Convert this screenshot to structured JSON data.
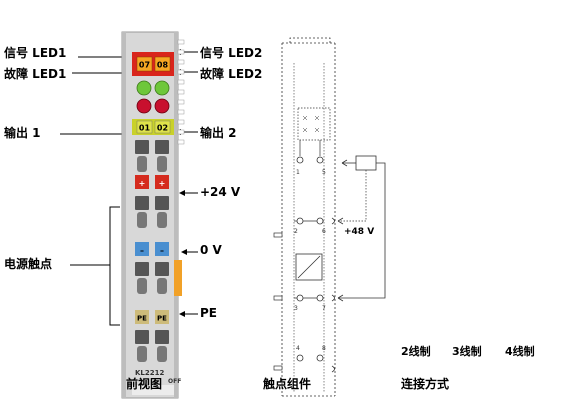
{
  "labels": {
    "signal_led1": "信号 LED1",
    "fault_led1": "故障 LED1",
    "signal_led2": "信号 LED2",
    "fault_led2": "故障 LED2",
    "output1": "输出 1",
    "output2": "输出 2",
    "plus24v": "+24 V",
    "zero_v": "0 V",
    "pe": "PE",
    "power_contacts": "电源触点",
    "plus48v": "+48 V"
  },
  "module": {
    "led_07": "07",
    "led_08": "08",
    "out_01": "01",
    "out_02": "02",
    "plus": "+",
    "minus": "–",
    "pe": "PE",
    "model": "KL2212",
    "off_text": "OFF"
  },
  "terminal_numbers": [
    "1",
    "5",
    "2",
    "6",
    "3",
    "7",
    "4",
    "8"
  ],
  "wiring": {
    "two_wire": "2线制",
    "three_wire": "3线制",
    "four_wire": "4线制"
  },
  "captions": {
    "front_view": "前视图",
    "contact_assembly": "触点组件",
    "connection_method": "连接方式"
  },
  "colors": {
    "signal_led_red": "#d9251c",
    "led_label_orange": "#f5a623",
    "led_green": "#6ec73a",
    "led_red": "#c8102e",
    "output_yellow": "#c9d12a",
    "plus_red": "#d52b1e",
    "minus_blue": "#4a8fd0",
    "pe_khaki": "#cdbb7a",
    "housing_grey": "#d8d8d8",
    "side_orange": "#f1a128"
  }
}
